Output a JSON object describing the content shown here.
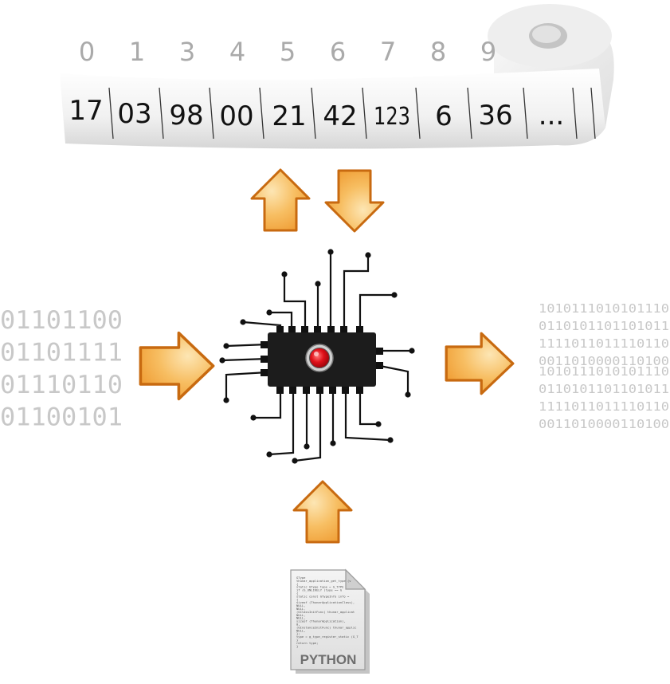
{
  "tape": {
    "indices": [
      "0",
      "1",
      "3",
      "4",
      "5",
      "6",
      "7",
      "8",
      "9"
    ],
    "cells": [
      "17",
      "03",
      "98",
      "00",
      "21",
      "42",
      "123",
      "6",
      "36",
      "..."
    ]
  },
  "input_binary": [
    "01101100",
    "01101111",
    "01110110",
    "01100101"
  ],
  "output_binary": [
    "1010111010101110",
    "0110101101101011",
    "1111011011110110",
    "0011010000110100",
    "1010111010101110",
    "0110101101101011",
    "1111011011110110",
    "0011010000110100"
  ],
  "document": {
    "label": "PYTHON",
    "code_lines": [
      "GType",
      "thunar_application_get_type (v",
      "{",
      "  static GType type = G_TYPE",
      "  if (G_UNLIKELY (type == G",
      "  {",
      "    static const GTypeInfo info =",
      "    {",
      "      sizeof (ThunarApplicationClass),",
      "      NULL,",
      "      NULL,",
      "      (GClassInitFunc) thunar_applicat",
      "      NULL,",
      "      NULL,",
      "      sizeof (ThunarApplication),",
      "      0,",
      "      (GInstanceInitFunc) thunar_applic",
      "      NULL,",
      "    };",
      "    type = g_type_register_static (G_T",
      "  }",
      "  return type;",
      "}"
    ]
  },
  "colors": {
    "arrow_fill_light": "#fbd587",
    "arrow_fill_dark": "#f1a23a",
    "arrow_stroke": "#c86a10",
    "chip_body": "#1a1a1a",
    "led": "#d0121b",
    "tape": "#efefef",
    "binary_text": "#c8c8c8",
    "index_text": "#aaaaaa"
  }
}
